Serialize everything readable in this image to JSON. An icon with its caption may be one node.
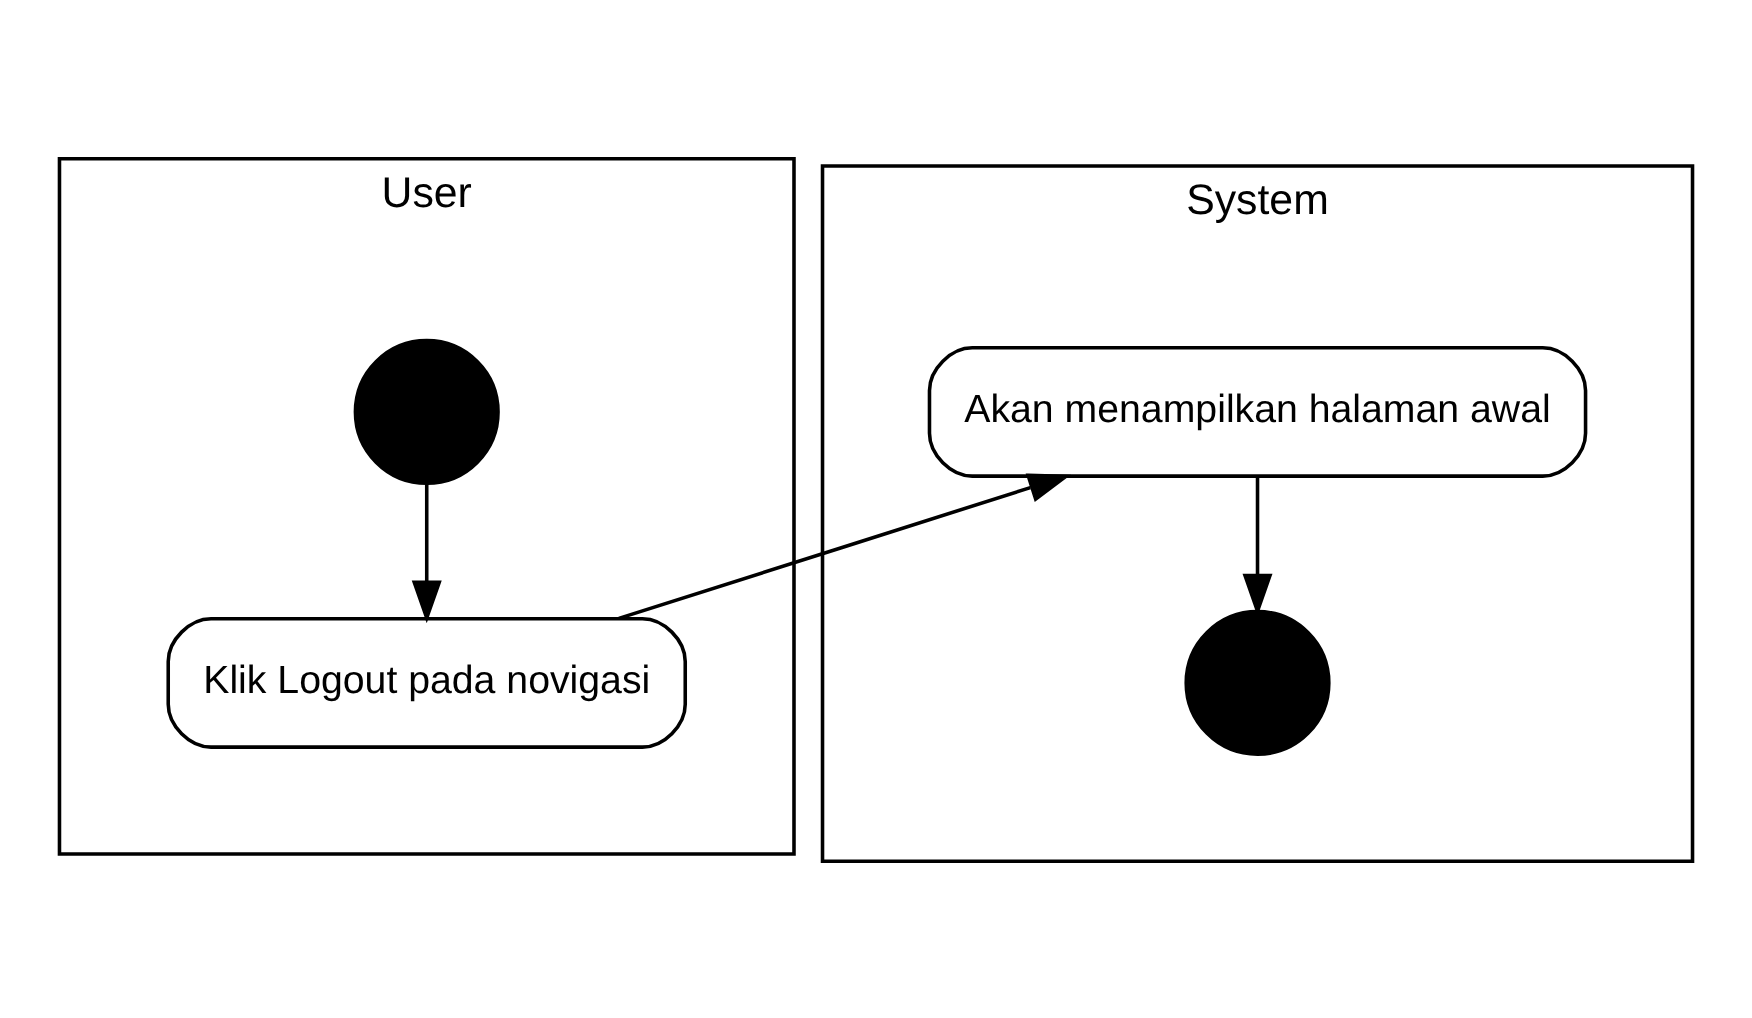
{
  "diagram": {
    "nodes": [
      {
        "text": [
          "User"
        ]
      },
      {
        "text": [
          "System"
        ]
      },
      {
        "text": [],
        "shape": "circle",
        "in": 0
      },
      {
        "text": [
          "Klik Logout pada novigasi"
        ],
        "in": 0
      },
      {
        "text": [
          "Akan menampilkan halaman awal"
        ],
        "in": 1
      },
      {
        "text": [],
        "shape": "circle",
        "in": 1
      }
    ],
    "edges": [
      {
        "from": 2,
        "to": 3,
        "arrow": "to"
      },
      {
        "from": 3,
        "to": 4,
        "arrow": "to"
      },
      {
        "from": 4,
        "to": 5,
        "arrow": "to"
      }
    ]
  }
}
